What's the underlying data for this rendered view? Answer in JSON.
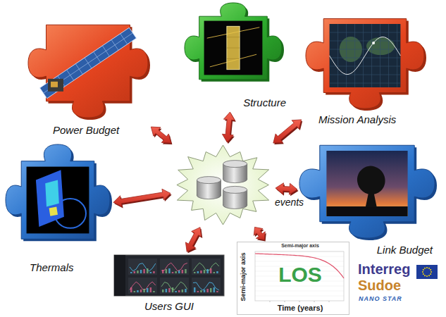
{
  "diagram": {
    "nodes": [
      {
        "text": [
          "Power Budget"
        ]
      },
      {
        "text": [
          "Structure"
        ]
      },
      {
        "text": [
          "Mission Analysis"
        ]
      },
      {
        "text": [
          "Thermals"
        ]
      },
      {
        "text": []
      },
      {
        "text": [
          "Link Budget"
        ]
      },
      {
        "text": [
          "Users GUI"
        ]
      },
      {
        "text": [
          "Semi-major axis",
          "LOS",
          "Semi-major axis",
          "Time (years)"
        ]
      }
    ],
    "edges": [
      {
        "from": 4,
        "to": 0,
        "arrow": "both"
      },
      {
        "from": 4,
        "to": 1,
        "arrow": "both"
      },
      {
        "from": 4,
        "to": 2,
        "arrow": "both"
      },
      {
        "from": 4,
        "to": 3,
        "arrow": "both"
      },
      {
        "from": 4,
        "to": 5,
        "label": "events",
        "arrow": "both"
      },
      {
        "from": 4,
        "to": 6,
        "arrow": "both"
      },
      {
        "from": 4,
        "to": 7,
        "arrow": "both"
      }
    ],
    "labels": [
      "Interreg",
      "Sudoe",
      "NANO STAR"
    ]
  }
}
